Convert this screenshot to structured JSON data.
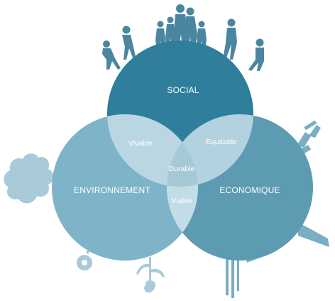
{
  "diagram": {
    "circles": {
      "social": {
        "label": "SOCIAL",
        "color": "#2f7e9c"
      },
      "environnement": {
        "label": "ENVIRONNEMENT",
        "color": "#7fb4c8"
      },
      "economique": {
        "label": "ECONOMIQUE",
        "color": "#5d9bb3"
      }
    },
    "overlaps": {
      "social_environnement": "Vivable",
      "social_economique": "Equitable",
      "environnement_economique": "Viable",
      "center": "Durable"
    },
    "overlap_color": "#c3dde7",
    "silhouette_colors": {
      "people": "#4b86a0",
      "industry": "#6fa8bf",
      "nature": "#a9cad8"
    }
  }
}
